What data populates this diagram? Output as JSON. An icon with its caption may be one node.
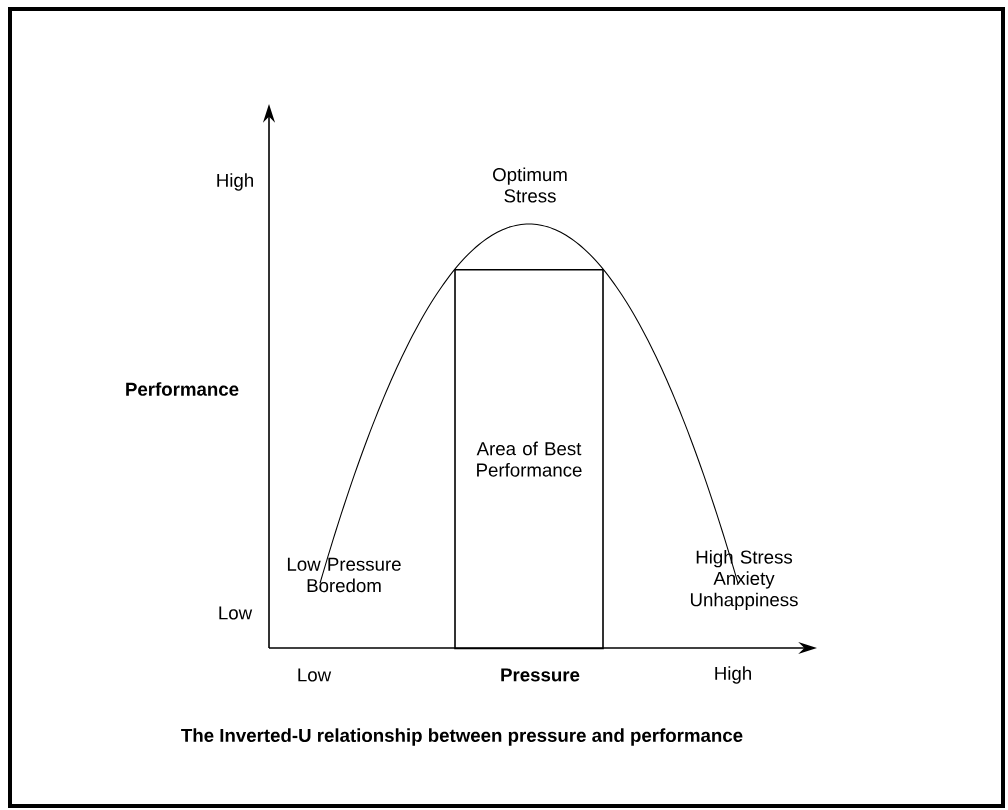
{
  "diagram": {
    "caption": "The  Inverted-U relationship between pressure and performance",
    "nodes": [
      {
        "text": [
          "Area of Best Performance"
        ]
      }
    ],
    "labels": [
      "Optimum Stress",
      "High",
      "Performance",
      "Low Pressure Boredom",
      "High Stress Anxiety Unhappiness",
      "Low",
      "Low",
      "Pressure",
      "High"
    ]
  }
}
